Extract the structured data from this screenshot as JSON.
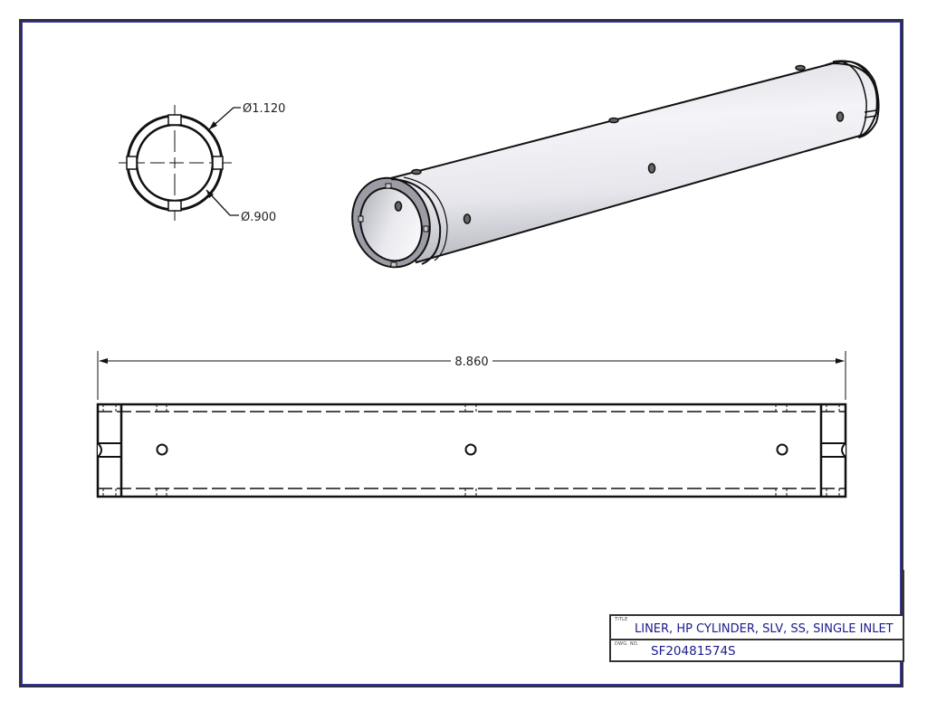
{
  "drawing": {
    "end_view": {
      "outer_diameter_label": "Ø1.120",
      "inner_diameter_label": "Ø.900"
    },
    "side_view": {
      "overall_length_label": "8.860"
    },
    "isometric_view": {
      "description": "3D shaded view of cylinder liner with radial holes and slotted ends"
    }
  },
  "title_block": {
    "title_label": "TITLE",
    "title_value": "LINER, HP CYLINDER, SLV, SS, SINGLE INLET",
    "dwg_no_label": "DWG. NO.",
    "dwg_no_value": "SF20481574S"
  },
  "colors": {
    "frame": "#2f3047",
    "title_text": "#1b1a8c",
    "line": "#111111",
    "shade_light": "#f2f2f6",
    "shade_dark": "#b9b9c2"
  }
}
